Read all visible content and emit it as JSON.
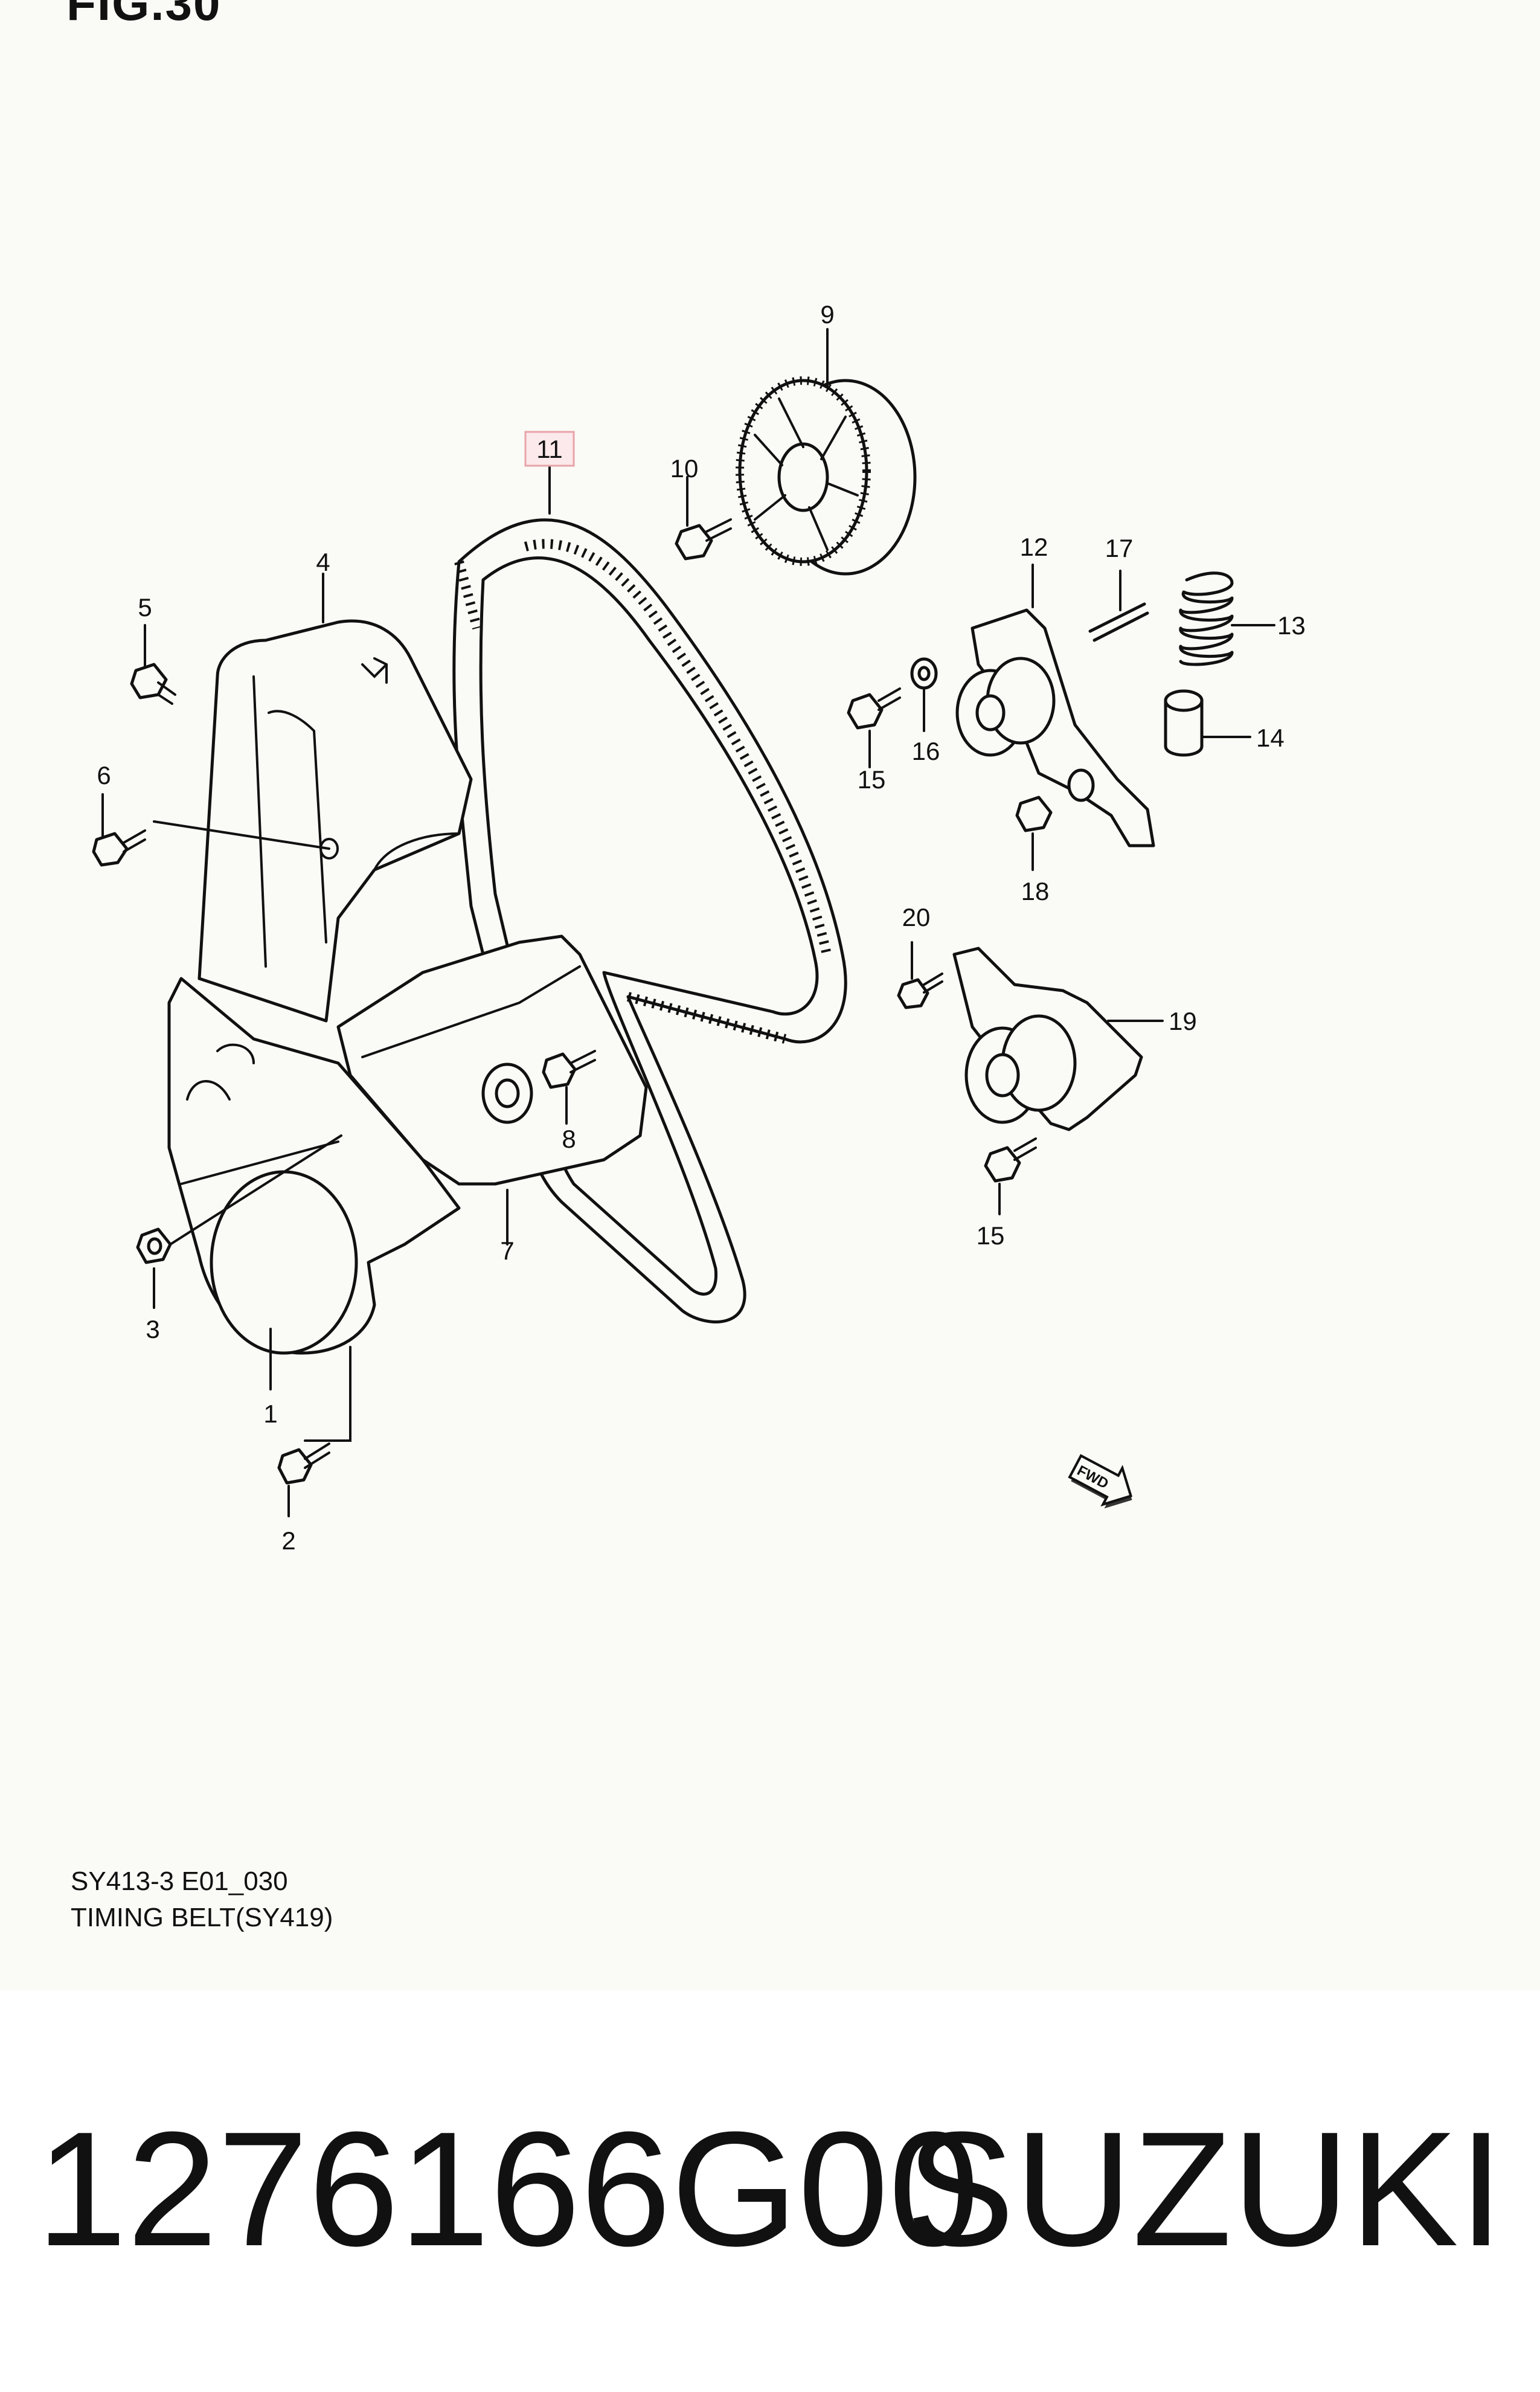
{
  "figure": {
    "title": "FIG.30"
  },
  "caption": {
    "code": "SY413-3 E01_030",
    "title": "TIMING BELT(SY419)"
  },
  "footer": {
    "part_number": "1276166G00",
    "brand": "SUZUKI"
  },
  "callouts": [
    "1",
    "2",
    "3",
    "4",
    "5",
    "6",
    "7",
    "8",
    "9",
    "10",
    "11",
    "12",
    "13",
    "14",
    "15",
    "15",
    "16",
    "17",
    "18",
    "19",
    "20"
  ],
  "highlighted_callout": "11",
  "highlight_color": "#e8a3a8",
  "direction_marker": "FWD"
}
